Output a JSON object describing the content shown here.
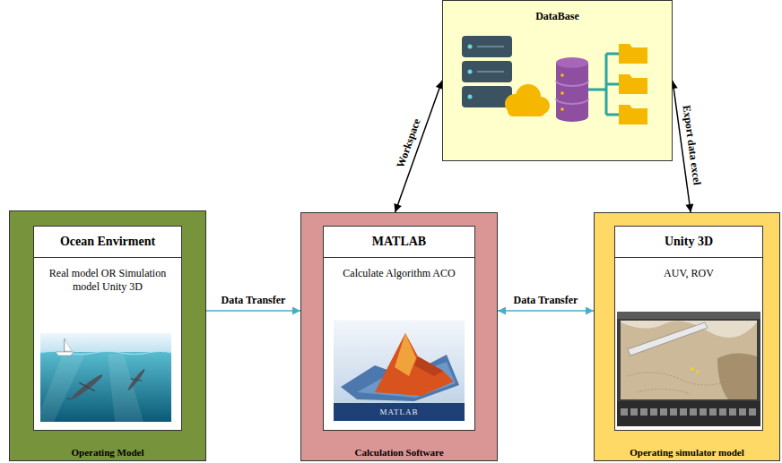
{
  "diagram": {
    "nodes": [
      {
        "text": [
          "DataBase"
        ]
      },
      {
        "text": [
          "Operating Model"
        ]
      },
      {
        "text": [
          "Ocean Envirment",
          "Real model OR Simulation model Unity 3D"
        ],
        "in": 1
      },
      {
        "text": [
          "Calculation Software"
        ]
      },
      {
        "text": [
          "MATLAB",
          "Calculate Algorithm ACO"
        ],
        "in": 3
      },
      {
        "text": [
          "Operating simulator model"
        ]
      },
      {
        "text": [
          "Unity 3D",
          "AUV, ROV"
        ],
        "in": 5
      }
    ],
    "edges": [
      {
        "from": 1,
        "to": 3,
        "label": "Data Transfer",
        "arrow": "to"
      },
      {
        "from": 3,
        "to": 5,
        "label": "Data Transfer",
        "arrow": "both"
      },
      {
        "from": 3,
        "to": 0,
        "label": "Workspace",
        "arrow": "both"
      },
      {
        "from": 5,
        "to": 0,
        "label": "Export data excel",
        "arrow": "both"
      }
    ],
    "labels": [
      "MATLAB"
    ]
  }
}
